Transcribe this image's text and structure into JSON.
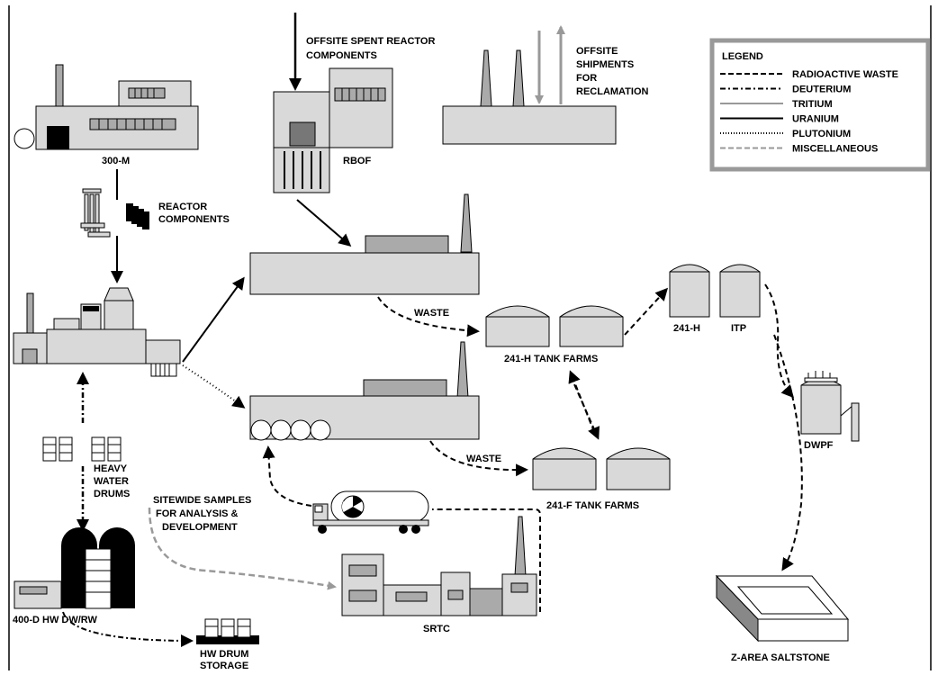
{
  "facilities": {
    "m300": "300-M",
    "rbof": "RBOF",
    "tank_h": "241-H TANK FARMS",
    "tank_f": "241-F TANK FARMS",
    "h241": "241-H",
    "itp": "ITP",
    "dwpf": "DWPF",
    "srtc": "SRTC",
    "d400": "400-D HW DW/RW",
    "saltstone": "Z-AREA SALTSTONE"
  },
  "labels": {
    "offsite_spent_1": "OFFSITE SPENT REACTOR",
    "offsite_spent_2": "COMPONENTS",
    "offsite_ship_1": "OFFSITE",
    "offsite_ship_2": "SHIPMENTS",
    "offsite_ship_3": "FOR",
    "offsite_ship_4": "RECLAMATION",
    "reactor_comp_1": "REACTOR",
    "reactor_comp_2": "COMPONENTS",
    "waste_h": "WASTE",
    "waste_f": "WASTE",
    "heavy_water_1": "HEAVY",
    "heavy_water_2": "WATER",
    "heavy_water_3": "DRUMS",
    "sitewide_1": "SITEWIDE SAMPLES",
    "sitewide_2": "FOR ANALYSIS &",
    "sitewide_3": "DEVELOPMENT",
    "hw_drum_1": "HW DRUM",
    "hw_drum_2": "STORAGE"
  },
  "legend": {
    "title": "LEGEND",
    "items": [
      {
        "label": "RADIOACTIVE WASTE",
        "style": "dash",
        "color": "#000000"
      },
      {
        "label": "DEUTERIUM",
        "style": "dashdot",
        "color": "#000000"
      },
      {
        "label": "TRITIUM",
        "style": "solid",
        "color": "#999999"
      },
      {
        "label": "URANIUM",
        "style": "solid",
        "color": "#000000"
      },
      {
        "label": "PLUTONIUM",
        "style": "dotted",
        "color": "#000000"
      },
      {
        "label": "MISCELLANEOUS",
        "style": "dash",
        "color": "#999999"
      }
    ]
  },
  "colors": {
    "building": "#d9d9d9",
    "dark": "#000000",
    "mid": "#aaaaaa",
    "legend_border": "#999999"
  }
}
